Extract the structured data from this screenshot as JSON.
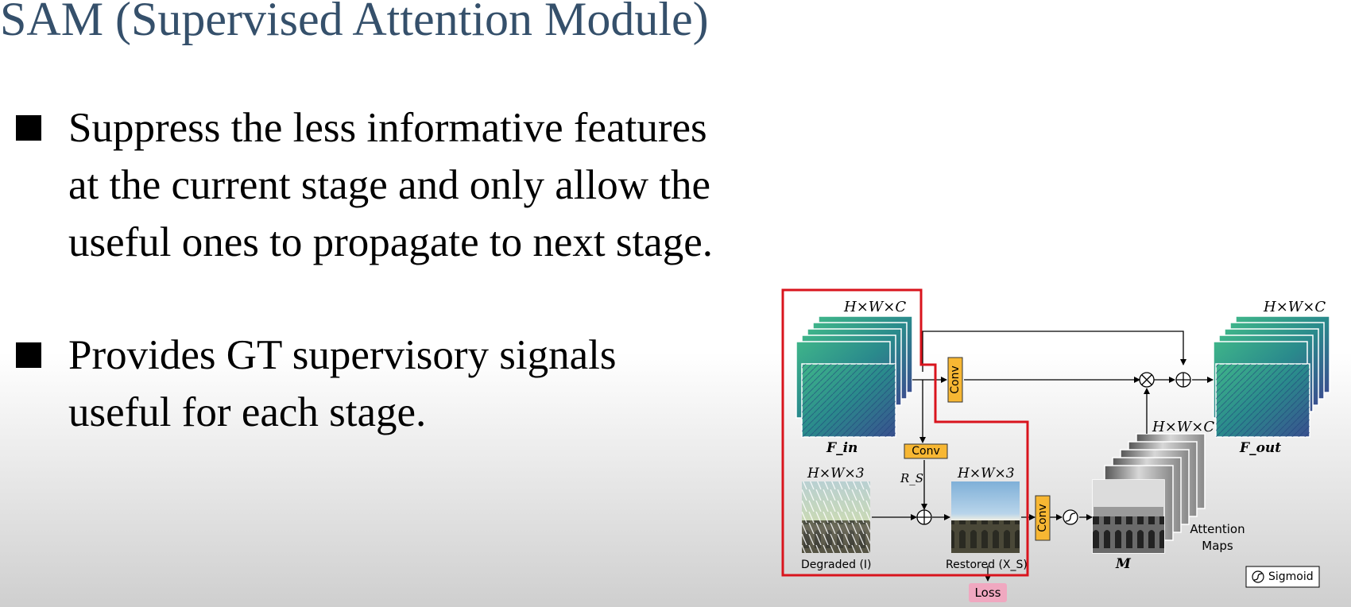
{
  "title": "SAM (Supervised Attention Module)",
  "bullets": [
    "Suppress the less informative features at the current stage and only allow the useful ones to propagate to next stage.",
    "Provides GT supervisory signals useful for each stage."
  ],
  "diagram": {
    "f_in": "F_in",
    "f_in_dims": "H×W×C",
    "f_out": "F_out",
    "f_out_dims": "H×W×C",
    "conv": "Conv",
    "r_s": "R_S",
    "degraded": "Degraded (I)",
    "degraded_dims": "H×W×3",
    "restored": "Restored (X_S)",
    "restored_dims": "H×W×3",
    "m": "M",
    "attention_dims": "H×W×C",
    "attention_maps": [
      "Attention",
      "Maps"
    ],
    "loss": "Loss",
    "sigmoid": "Sigmoid",
    "colors": {
      "title": "#35506b",
      "conv_fill": "#f7b733",
      "loss_fill": "#f0a8c0",
      "highlight": "#d9141d",
      "feature_map": "#2a8a8c",
      "attention_map": "#8c8c8c"
    }
  }
}
